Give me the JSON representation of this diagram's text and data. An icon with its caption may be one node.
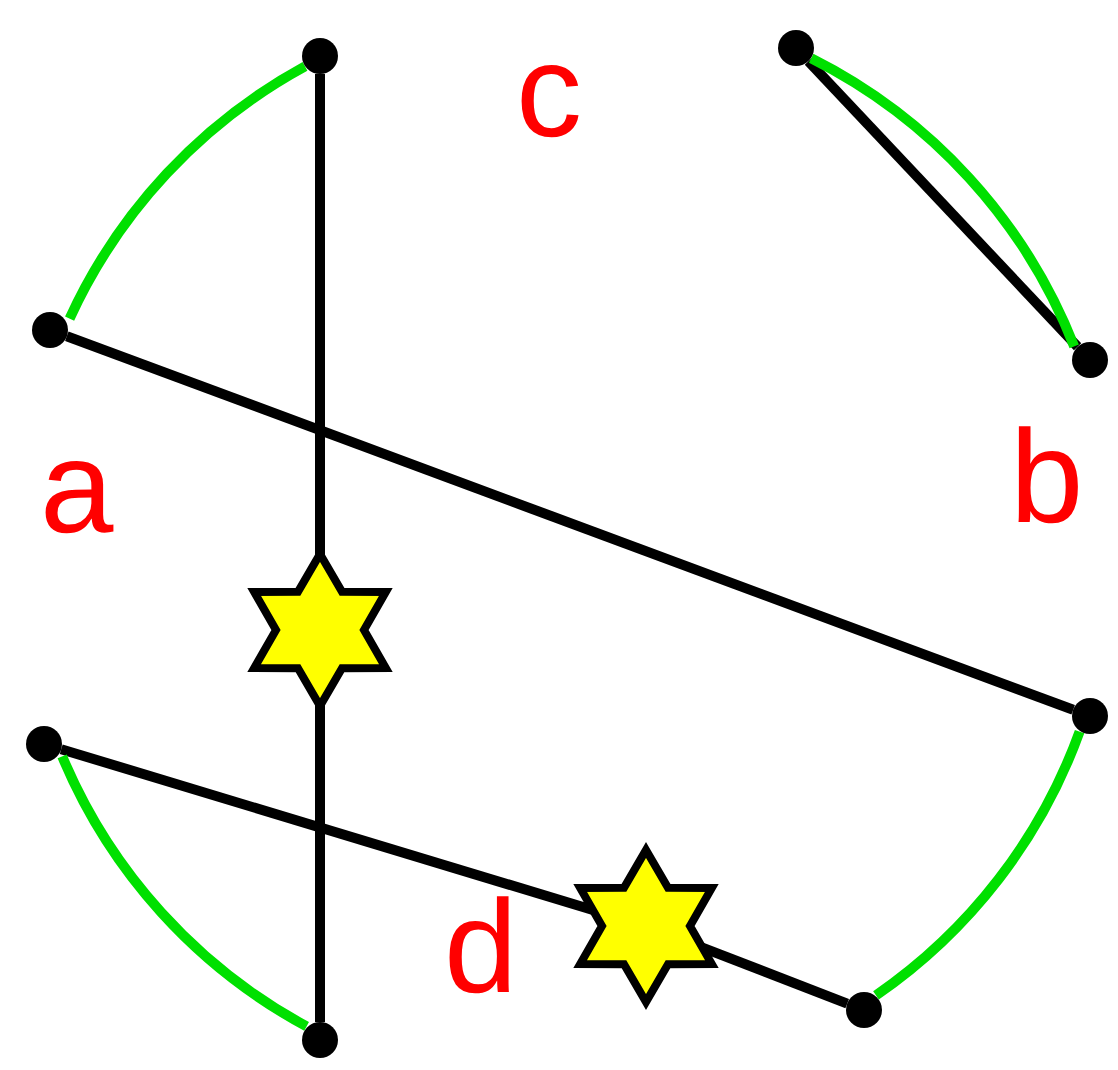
{
  "diagram": {
    "nodes": [
      {
        "text": [],
        "shape": "circle"
      },
      {
        "text": [],
        "shape": "circle"
      },
      {
        "text": [],
        "shape": "circle"
      },
      {
        "text": [],
        "shape": "circle"
      },
      {
        "text": [],
        "shape": "circle"
      },
      {
        "text": [],
        "shape": "circle"
      },
      {
        "text": [],
        "shape": "circle"
      },
      {
        "text": [],
        "shape": "circle"
      },
      {
        "text": [],
        "shape": "star"
      },
      {
        "text": [],
        "shape": "star"
      }
    ],
    "edges": [
      {
        "from": 0,
        "to": 8,
        "arrow": "none"
      },
      {
        "from": 8,
        "to": 7,
        "arrow": "none"
      },
      {
        "from": 1,
        "to": 3,
        "arrow": "none"
      },
      {
        "from": 2,
        "to": 4,
        "arrow": "none"
      },
      {
        "from": 5,
        "to": 9,
        "arrow": "none"
      },
      {
        "from": 9,
        "to": 6,
        "arrow": "none"
      },
      {
        "from": 0,
        "to": 2,
        "arrow": "none",
        "color": "#00e000"
      },
      {
        "from": 1,
        "to": 3,
        "arrow": "none",
        "color": "#00e000"
      },
      {
        "from": 4,
        "to": 6,
        "arrow": "none",
        "color": "#00e000"
      },
      {
        "from": 5,
        "to": 7,
        "arrow": "none",
        "color": "#00e000"
      }
    ],
    "labels": [
      "c",
      "a",
      "b",
      "d"
    ]
  }
}
